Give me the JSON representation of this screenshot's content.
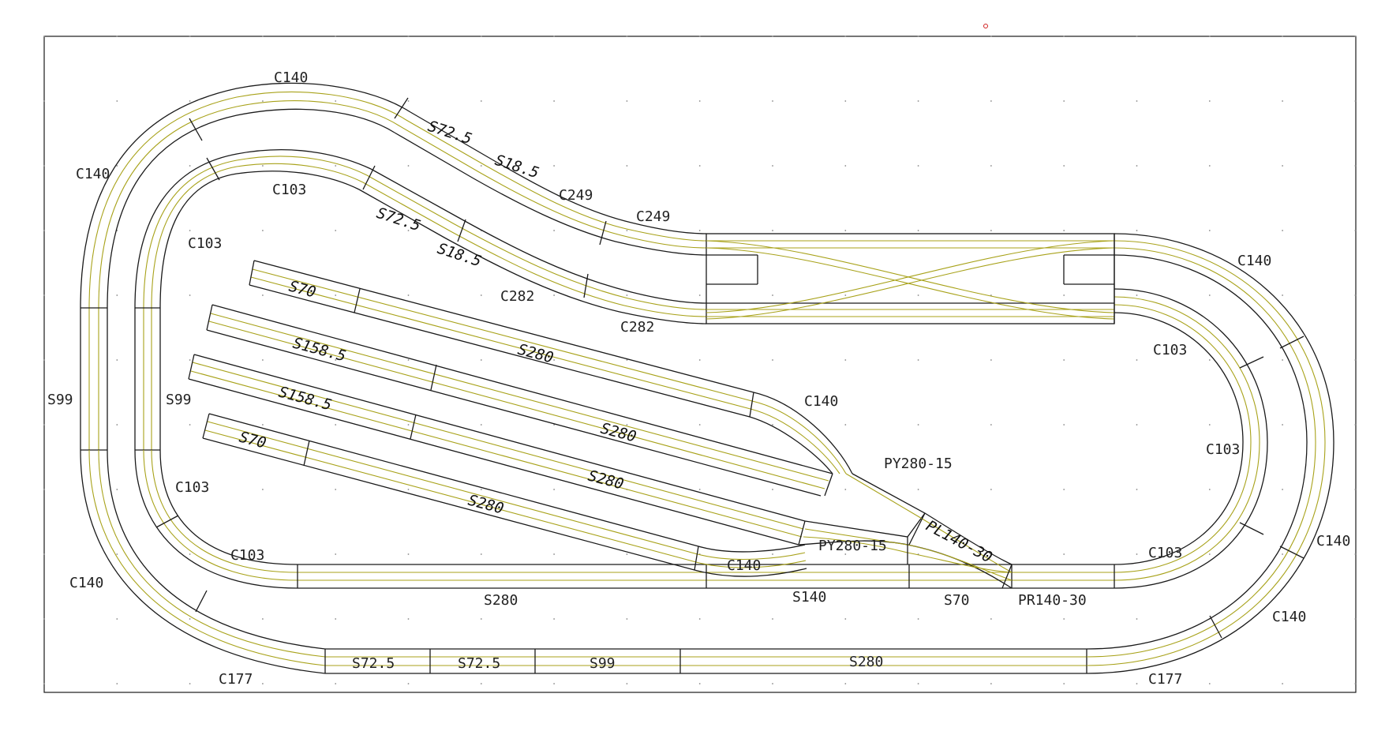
{
  "layout_labels": {
    "c140_top": "C140",
    "c140_left_upper": "C140",
    "c103_top": "C103",
    "c103_left": "C103",
    "s72_5_upper": "S72.5",
    "s18_5_upper": "S18.5",
    "c249_a": "C249",
    "c249_b": "C249",
    "s72_5_lower": "S72.5",
    "s18_5_lower": "S18.5",
    "c282_a": "C282",
    "c282_b": "C282",
    "s99_outer": "S99",
    "s99_inner": "S99",
    "s70_top": "S70",
    "s280_a": "S280",
    "s158_5_a": "S158.5",
    "s280_b": "S280",
    "s158_5_b": "S158.5",
    "s280_c": "S280",
    "s70_bottom": "S70",
    "s280_d": "S280",
    "c140_mid": "C140",
    "py280_15_a": "PY280-15",
    "py280_15_b": "PY280-15",
    "pl140_30": "PL140-30",
    "c140_lower_mid": "C140",
    "c103_left_lower": "C103",
    "c103_left_bottom": "C103",
    "c140_left_lower": "C140",
    "s280_inner_bottom": "S280",
    "s140": "S140",
    "s70_inner_bottom": "S70",
    "pr140_30": "PR140-30",
    "s72_5_outer_a": "S72.5",
    "s72_5_outer_b": "S72.5",
    "s99_outer_bottom": "S99",
    "s280_outer_bottom": "S280",
    "c177_left": "C177",
    "c177_right": "C177",
    "c140_right_top": "C140",
    "c103_right_top": "C103",
    "c103_right_mid": "C103",
    "c103_right_bottom": "C103",
    "c140_right_mid": "C140",
    "c140_right_bottom": "C140"
  }
}
